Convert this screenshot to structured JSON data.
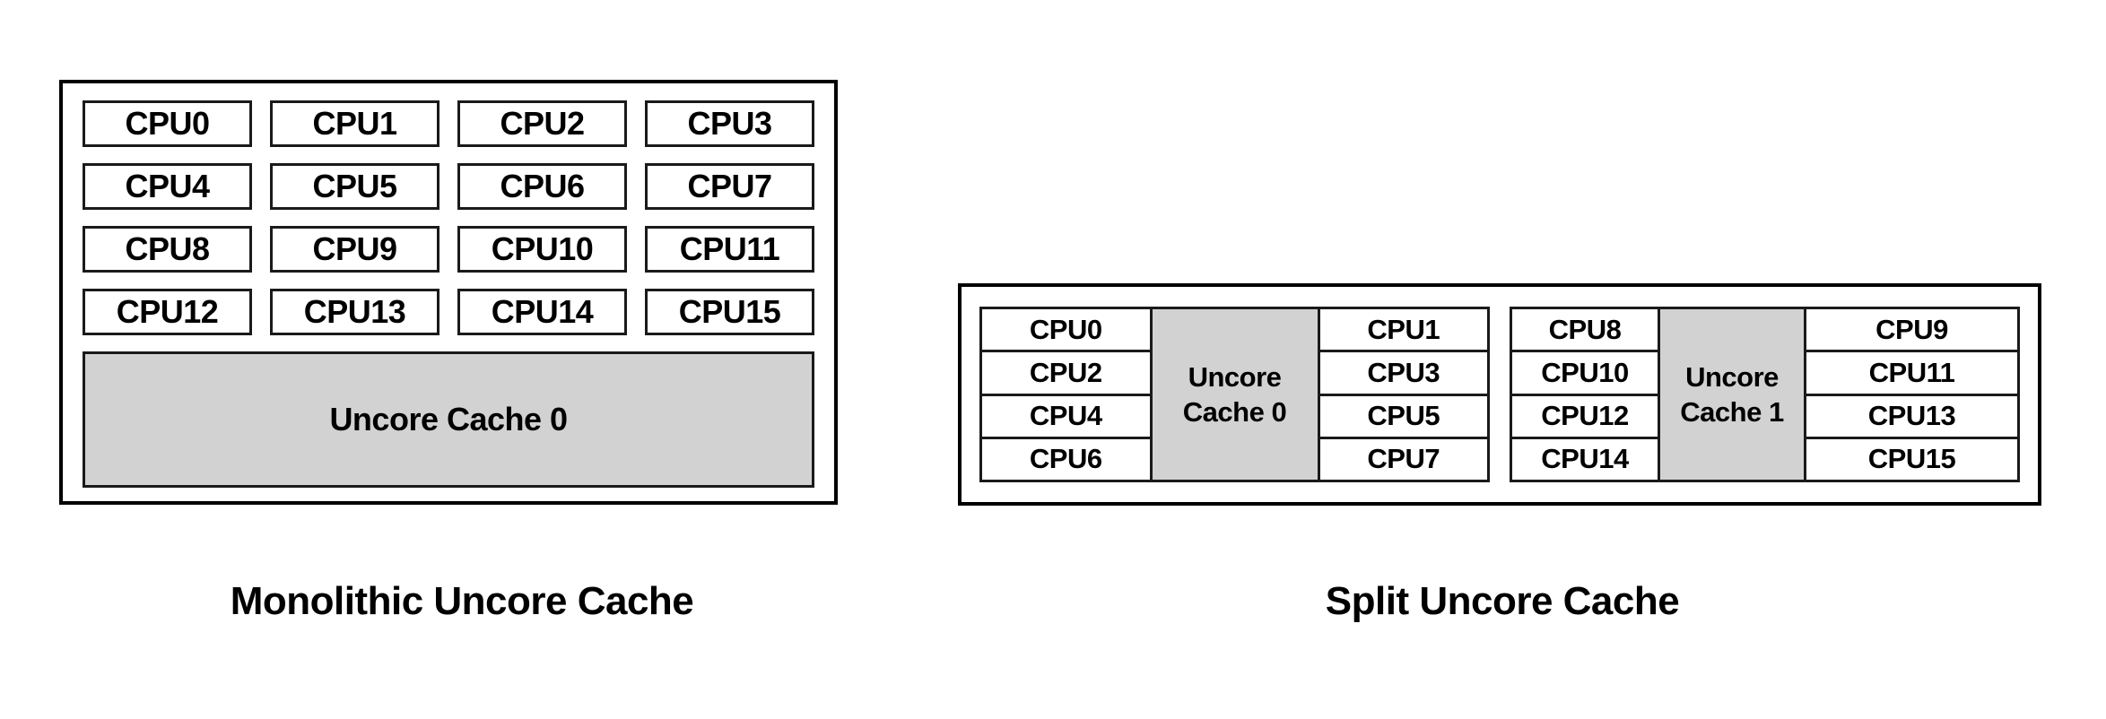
{
  "diagram": {
    "title_implicit": "Uncore cache topologies",
    "colors": {
      "cache_fill": "#d2d2d2",
      "box_border": "#1a1a1a",
      "panel_border": "#000000",
      "background": "#ffffff",
      "text": "#000000"
    }
  },
  "monolithic": {
    "caption": "Monolithic Uncore Cache",
    "cpu_labels": [
      "CPU0",
      "CPU1",
      "CPU2",
      "CPU3",
      "CPU4",
      "CPU5",
      "CPU6",
      "CPU7",
      "CPU8",
      "CPU9",
      "CPU10",
      "CPU11",
      "CPU12",
      "CPU13",
      "CPU14",
      "CPU15"
    ],
    "cache_label": "Uncore Cache 0"
  },
  "split": {
    "caption": "Split Uncore Cache",
    "clusters": [
      {
        "left_column": [
          "CPU0",
          "CPU2",
          "CPU4",
          "CPU6"
        ],
        "cache_label": "Uncore Cache 0",
        "right_column": [
          "CPU1",
          "CPU3",
          "CPU5",
          "CPU7"
        ]
      },
      {
        "left_column": [
          "CPU8",
          "CPU10",
          "CPU12",
          "CPU14"
        ],
        "cache_label": "Uncore Cache 1",
        "right_column": [
          "CPU9",
          "CPU11",
          "CPU13",
          "CPU15"
        ]
      }
    ]
  }
}
